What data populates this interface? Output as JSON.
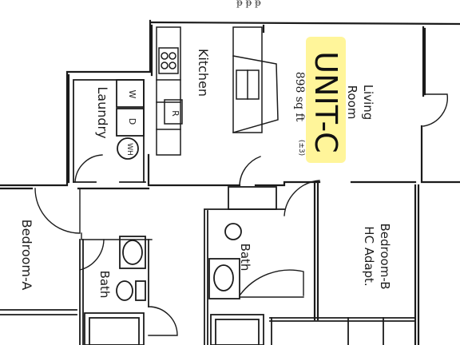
{
  "header_scribble": "ᵽ ᵽ ᵽ",
  "unit": {
    "label": "UNIT-C",
    "highlight_color": "#fff59a"
  },
  "area": {
    "sqft": "898 sq ft",
    "note": "(±3)"
  },
  "rooms": {
    "living_room": "Living\nRoom",
    "kitchen": "Kitchen",
    "laundry": "Laundry",
    "bedroom_a": "Bedroom-A",
    "bedroom_b": "Bedroom-B\nHC Adapt.",
    "bath_a": "Bath",
    "bath_b": "Bath"
  },
  "appliances": {
    "washer": "W",
    "dryer": "D",
    "water_heater": "WH",
    "refrigerator": "R"
  },
  "colors": {
    "line": "#1b1b1b",
    "highlight": "#fff59a"
  }
}
